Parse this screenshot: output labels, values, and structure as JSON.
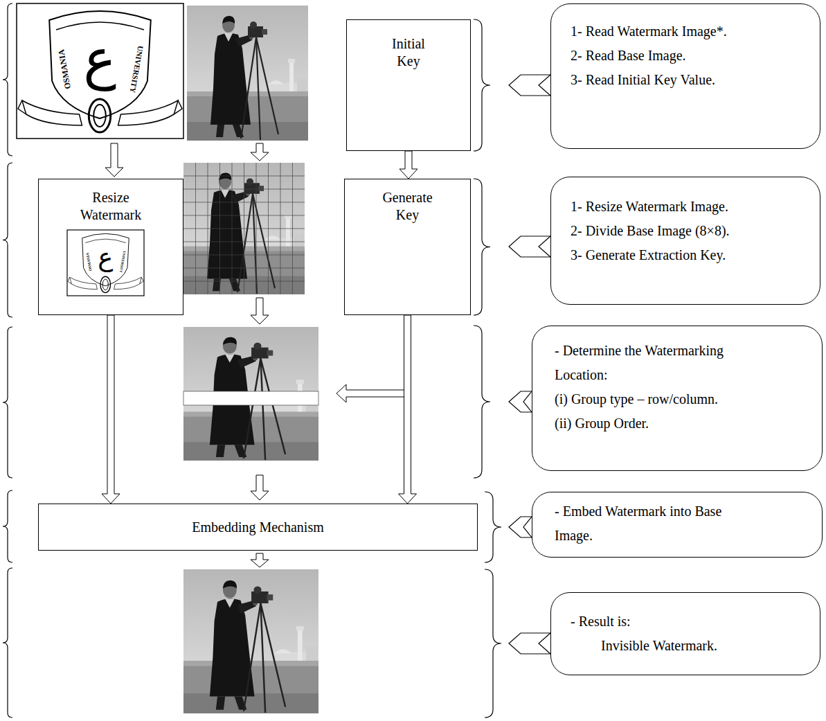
{
  "diagram": {
    "nodes": [
      {
        "text": [
          "Initial Key"
        ]
      },
      {
        "text": [
          "1- Read Watermark Image*.",
          "2- Read Base Image.",
          "3- Read Initial Key Value."
        ]
      },
      {
        "text": [
          "Resize Watermark"
        ]
      },
      {
        "text": [
          "Generate Key"
        ]
      },
      {
        "text": [
          "1- Resize Watermark Image.",
          "2- Divide Base Image (8×8).",
          "3- Generate Extraction Key."
        ]
      },
      {
        "text": [
          "- Determine the Watermarking Location:",
          "(i) Group type – row/column.",
          "(ii) Group Order."
        ]
      },
      {
        "text": [
          "Embedding Mechanism"
        ]
      },
      {
        "text": [
          "- Embed Watermark into Base Image."
        ]
      },
      {
        "text": [
          "- Result is:",
          "Invisible Watermark."
        ]
      }
    ],
    "edges": [
      {
        "from": 0,
        "to": 3,
        "arrow": "to"
      },
      {
        "from": 2,
        "to": 6,
        "arrow": "to"
      },
      {
        "from": 3,
        "to": 6,
        "arrow": "to"
      }
    ],
    "labels": [
      "ع",
      "OSMANIA",
      "UNIVERSITY",
      "ع",
      "OSMANIA",
      "UNIVERSITY"
    ]
  }
}
